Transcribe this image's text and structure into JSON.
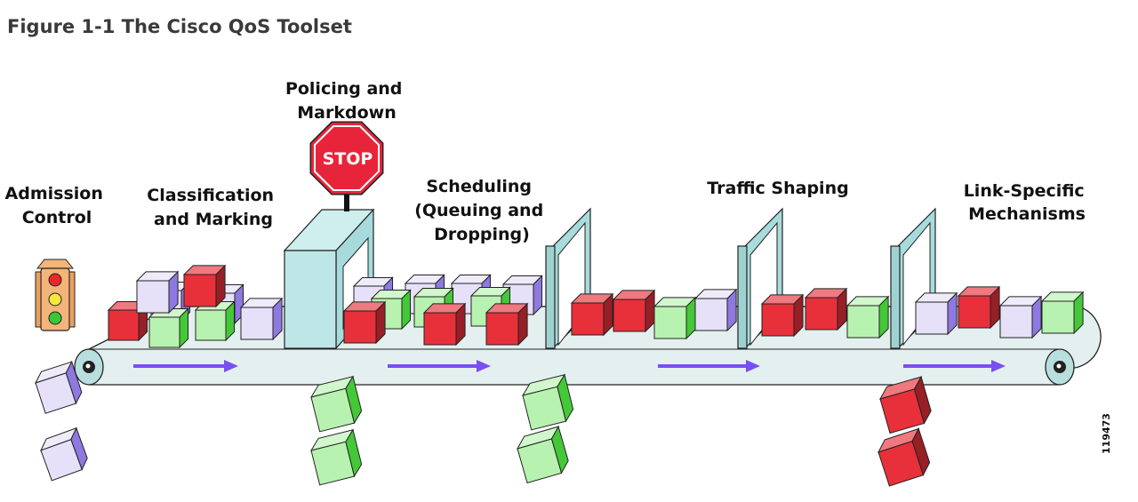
{
  "figure": {
    "title": "Figure 1-1 The Cisco QoS Toolset"
  },
  "stages": {
    "admission": [
      "Admission",
      "Control"
    ],
    "classification": [
      "Classification",
      "and Marking"
    ],
    "policing": [
      "Policing and",
      "Markdown"
    ],
    "scheduling": [
      "Scheduling",
      "(Queuing and",
      "Dropping)"
    ],
    "shaping": [
      "Traffic Shaping"
    ],
    "link": [
      "Link-Specific",
      "Mechanisms"
    ]
  },
  "stop_sign": {
    "text": "STOP"
  },
  "figure_number": "119473",
  "colors": {
    "red": "#e8303a",
    "green": "#b8f2b0",
    "lavender": "#e6e0f8",
    "belt": "#e4f0f0",
    "gate": "#a8dcdc",
    "arrow": "#7a4ef0"
  },
  "icons": {
    "traffic_light": "traffic-light-icon",
    "stop_sign": "stop-sign-icon",
    "conveyor": "conveyor-belt",
    "packet": "packet-cube-icon"
  }
}
